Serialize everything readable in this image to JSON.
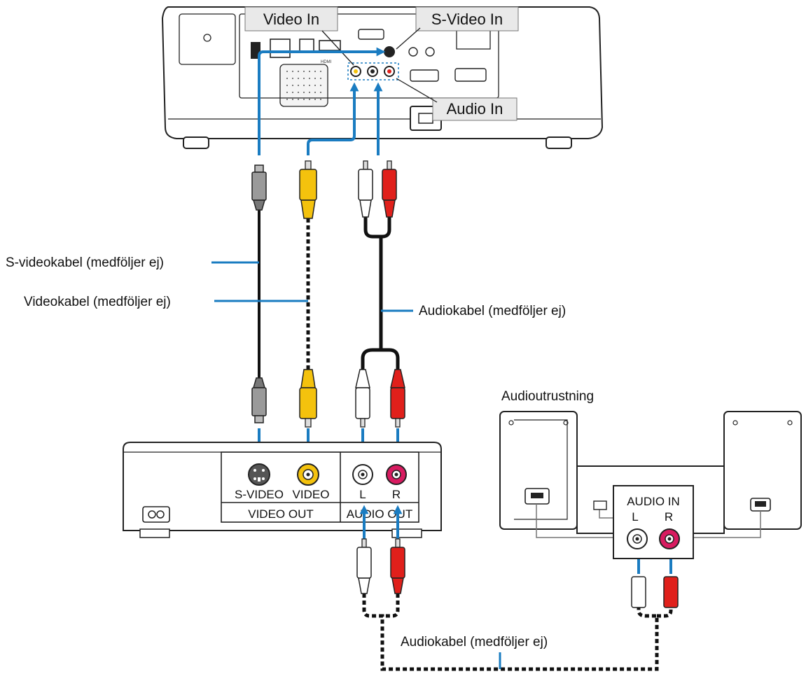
{
  "projector": {
    "callouts": {
      "video_in": "Video In",
      "svideo_in": "S-Video In",
      "audio_in": "Audio In"
    }
  },
  "cables": {
    "svideo": "S-videokabel (medföljer ej)",
    "video": "Videokabel (medföljer ej)",
    "audio_top": "Audiokabel (medföljer ej)",
    "audio_bottom": "Audiokabel (medföljer ej)"
  },
  "source_device": {
    "svideo_jack": "S-VIDEO",
    "video_jack": "VIDEO",
    "video_out": "VIDEO OUT",
    "audio_l": "L",
    "audio_r": "R",
    "audio_out": "AUDIO OUT"
  },
  "audio_equipment": {
    "title": "Audioutrustning",
    "audio_in": "AUDIO IN",
    "l": "L",
    "r": "R"
  },
  "colors": {
    "accent": "#1a7cc1",
    "yellow_plug": "#f4c20d",
    "red_plug": "#e0201b",
    "white_plug": "#ffffff"
  }
}
